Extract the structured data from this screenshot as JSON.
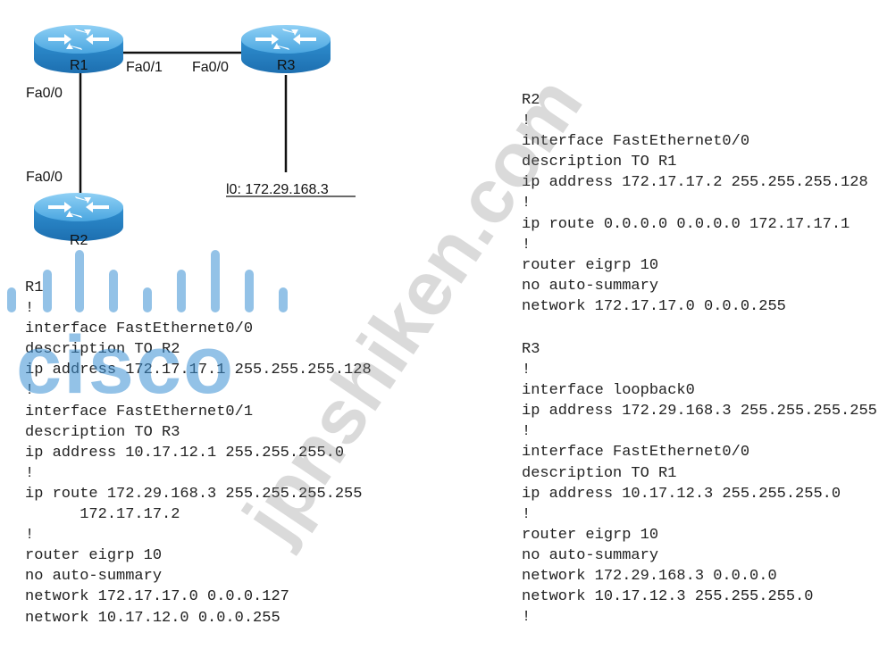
{
  "routers": [
    {
      "id": "r1",
      "label": "R1"
    },
    {
      "id": "r2",
      "label": "R2"
    },
    {
      "id": "r3",
      "label": "R3"
    }
  ],
  "interfaces": {
    "r1_to_r3": "Fa0/1",
    "r3_to_r1": "Fa0/0",
    "r1_to_r2": "Fa0/0",
    "r2_to_r1": "Fa0/0",
    "r3_loopback": "l0: 172.29.168.3"
  },
  "configs": {
    "r1": [
      "R1",
      "!",
      "interface FastEthernet0/0",
      "description TO R2",
      "ip address 172.17.17.1 255.255.255.128",
      "!",
      "interface FastEthernet0/1",
      "description TO R3",
      "ip address 10.17.12.1 255.255.255.0",
      "!",
      "ip route 172.29.168.3 255.255.255.255",
      "      172.17.17.2",
      "!",
      "router eigrp 10",
      "no auto-summary",
      "network 172.17.17.0 0.0.0.127",
      "network 10.17.12.0 0.0.0.255"
    ],
    "r2": [
      "R2",
      "!",
      "interface FastEthernet0/0",
      "description TO R1",
      "ip address 172.17.17.2 255.255.255.128",
      "!",
      "ip route 0.0.0.0 0.0.0.0 172.17.17.1",
      "!",
      "router eigrp 10",
      "no auto-summary",
      "network 172.17.17.0 0.0.0.255"
    ],
    "r3": [
      "R3",
      "!",
      "interface loopback0",
      "ip address 172.29.168.3 255.255.255.255",
      "!",
      "interface FastEthernet0/0",
      "description TO R1",
      "ip address 10.17.12.3 255.255.255.0",
      "!",
      "router eigrp 10",
      "no auto-summary",
      "network 172.29.168.3 0.0.0.0",
      "network 10.17.12.3 255.255.255.0",
      "!"
    ]
  },
  "watermarks": {
    "brand": "cisco",
    "site": "jpnshiken.com"
  },
  "colors": {
    "router_body": "#2f8fd0",
    "router_top": "#5cb2e8",
    "link": "#111111",
    "cisco_blue": "#3a8fd4"
  }
}
